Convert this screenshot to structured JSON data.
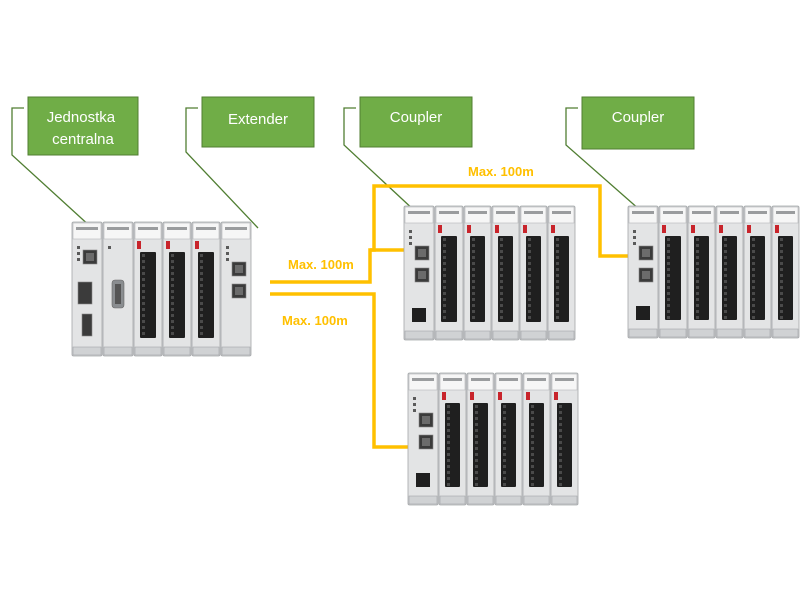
{
  "diagram": {
    "labels": {
      "central_unit": "Jednostka\ncentralna",
      "extender": "Extender",
      "coupler_1": "Coupler",
      "coupler_2": "Coupler"
    },
    "cables": {
      "cable_top": "Max. 100m",
      "cable_mid": "Max. 100m",
      "cable_bottom": "Max. 100m"
    },
    "colors": {
      "callout_fill": "#70ad47",
      "cable": "#ffc000",
      "module_body": "#e3e4e5",
      "terminal": "#1f1f1f",
      "status_led": "#c8242b"
    }
  }
}
